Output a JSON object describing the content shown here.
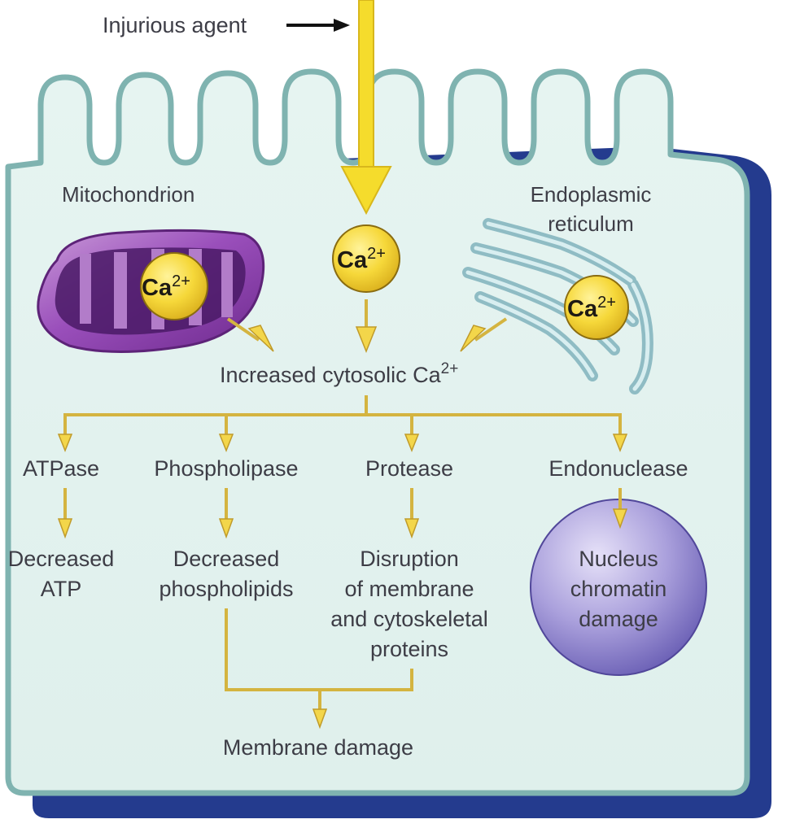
{
  "diagram": {
    "injurious_agent": "Injurious agent",
    "mitochondrion": "Mitochondrion",
    "er_line1": "Endoplasmic",
    "er_line2": "reticulum",
    "ca_ion": "Ca",
    "ca_charge": "2+",
    "increased_cytosolic": "Increased cytosolic Ca",
    "increased_charge": "2+",
    "enzymes": {
      "atpase": "ATPase",
      "phospholipase": "Phospholipase",
      "protease": "Protease",
      "endonuclease": "Endonuclease"
    },
    "effects": {
      "atp_line1": "Decreased",
      "atp_line2": "ATP",
      "phospholipids_line1": "Decreased",
      "phospholipids_line2": "phospholipids",
      "disruption_line1": "Disruption",
      "disruption_line2": "of membrane",
      "disruption_line3": "and cytoskeletal",
      "disruption_line4": "proteins",
      "nucleus_line1": "Nucleus",
      "nucleus_line2": "chromatin",
      "nucleus_line3": "damage"
    },
    "membrane_damage": "Membrane damage"
  },
  "colors": {
    "cell_fill": "#e3f2ef",
    "cell_outline": "#7fb3b0",
    "cell_shadow": "#243b8e",
    "flow_arrow": "#d4b440",
    "calcium": "#f5d430",
    "mitochondrion": "#8a3fa6",
    "er": "#a9d4da",
    "nucleus": "#a79bd8",
    "injury_arrow": "#f5dc2c"
  }
}
